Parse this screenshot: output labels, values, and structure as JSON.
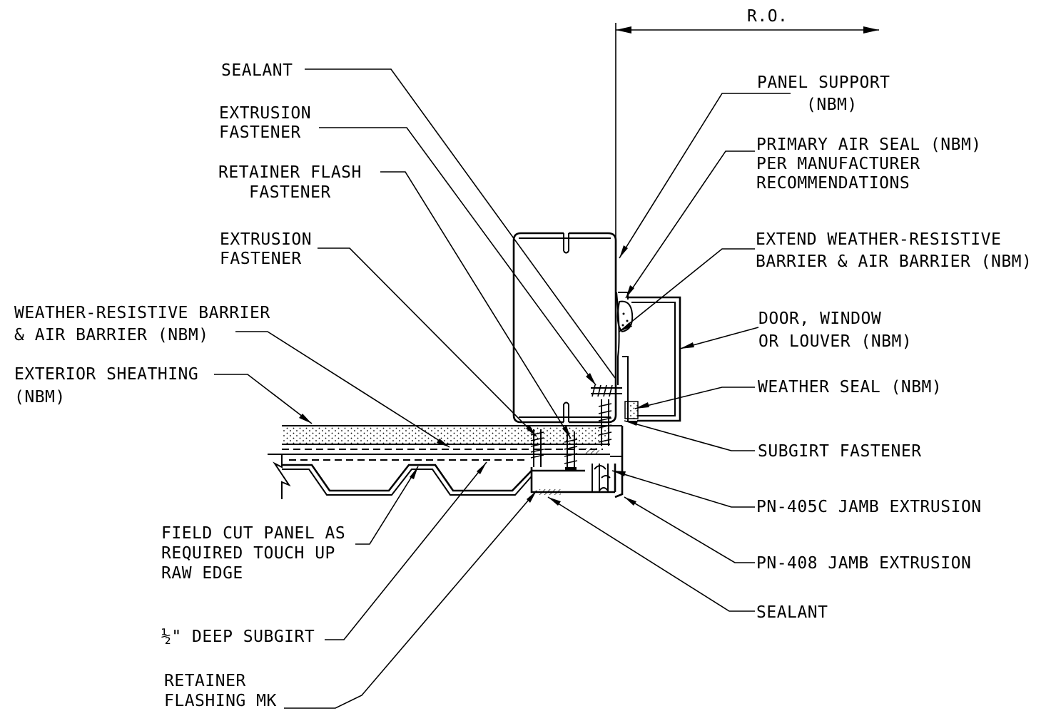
{
  "dimension": {
    "label": "R.O."
  },
  "labels": {
    "sealant_top": "SEALANT",
    "extrusion_fastener_1_l1": "EXTRUSION",
    "extrusion_fastener_1_l2": "FASTENER",
    "retainer_flash_l1": "RETAINER FLASH",
    "retainer_flash_l2": "FASTENER",
    "extrusion_fastener_2_l1": "EXTRUSION",
    "extrusion_fastener_2_l2": "FASTENER",
    "wrb_l1": "WEATHER-RESISTIVE BARRIER",
    "wrb_l2": "& AIR BARRIER (NBM)",
    "sheathing_l1": "EXTERIOR SHEATHING",
    "sheathing_l2": "(NBM)",
    "field_cut_l1": "FIELD CUT PANEL AS",
    "field_cut_l2": "REQUIRED TOUCH UP",
    "field_cut_l3": "RAW EDGE",
    "subgirt": "½\" DEEP SUBGIRT",
    "retainer_flashing_l1": "RETAINER",
    "retainer_flashing_l2": "FLASHING MK",
    "panel_support_l1": "PANEL SUPPORT",
    "panel_support_l2": "(NBM)",
    "primary_air_l1": "PRIMARY AIR SEAL (NBM)",
    "primary_air_l2": "PER MANUFACTURER",
    "primary_air_l3": "RECOMMENDATIONS",
    "extend_wrb_l1": "EXTEND WEATHER-RESISTIVE",
    "extend_wrb_l2": "BARRIER & AIR BARRIER (NBM)",
    "door_l1": "DOOR, WINDOW",
    "door_l2": "OR LOUVER (NBM)",
    "weather_seal": "WEATHER SEAL (NBM)",
    "subgirt_fastener": "SUBGIRT FASTENER",
    "pn405c": "PN-405C JAMB EXTRUSION",
    "pn408": "PN-408 JAMB EXTRUSION",
    "sealant_bottom": "SEALANT"
  }
}
